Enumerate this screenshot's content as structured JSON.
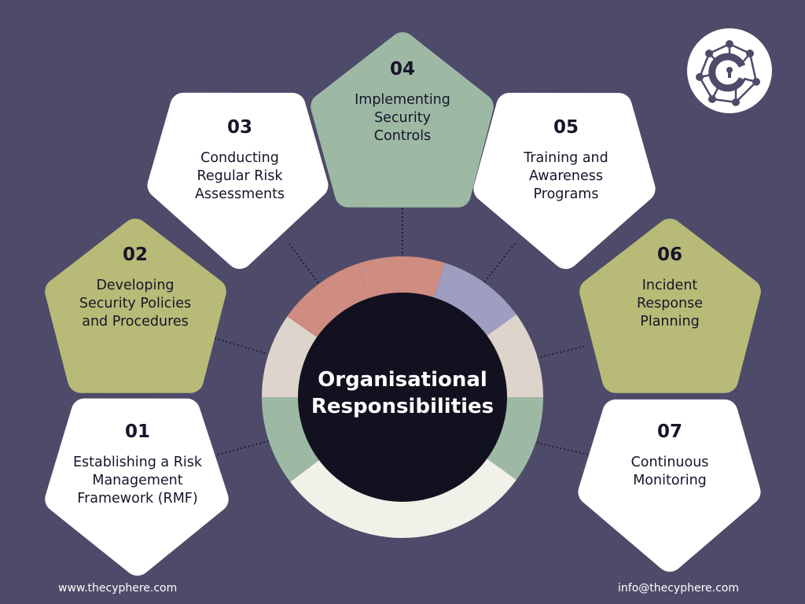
{
  "title": "Organisational Responsibilities",
  "items": [
    {
      "number": "01",
      "label_lines": [
        "Establishing a Risk",
        "Management",
        "Framework (RMF)"
      ],
      "color": "#ffffff"
    },
    {
      "number": "02",
      "label_lines": [
        "Developing",
        "Security Policies",
        "and Procedures"
      ],
      "color": "#b7bb77"
    },
    {
      "number": "03",
      "label_lines": [
        "Conducting",
        "Regular Risk",
        "Assessments"
      ],
      "color": "#ffffff"
    },
    {
      "number": "04",
      "label_lines": [
        "Implementing",
        "Security",
        "Controls"
      ],
      "color": "#9db9a4"
    },
    {
      "number": "05",
      "label_lines": [
        "Training and",
        "Awareness",
        "Programs"
      ],
      "color": "#ffffff"
    },
    {
      "number": "06",
      "label_lines": [
        "Incident",
        "Response",
        "Planning"
      ],
      "color": "#b7bb77"
    },
    {
      "number": "07",
      "label_lines": [
        "Continuous",
        "Monitoring"
      ],
      "color": "#ffffff"
    }
  ],
  "footer": {
    "website": "www.thecyphere.com",
    "email": "info@thecyphere.com"
  },
  "colors": {
    "background": "#4e4a69",
    "center": "#12111f",
    "salmon": "#cf8c80",
    "lavender": "#9f9dc0",
    "beige": "#ddd5cc",
    "green": "#9db9a4",
    "cream": "#f1f1ea"
  }
}
